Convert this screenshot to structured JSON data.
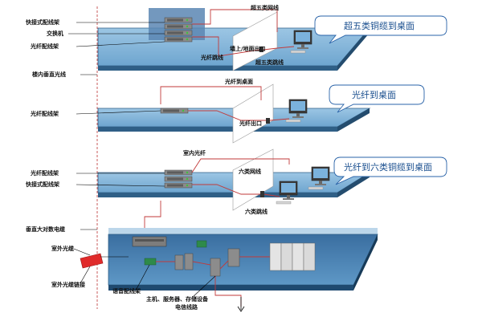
{
  "left_labels": {
    "quick_patch_panel_top": "快接式配线架",
    "switch": "交换机",
    "fiber_patch_panel_top": "光纤配线架",
    "vertical_fiber": "楼内垂直光线",
    "fiber_patch_panel_mid": "光纤配线架",
    "fiber_patch_panel_lower": "光纤配线架",
    "quick_patch_panel_lower": "快接式配线架",
    "vertical_copper_cable": "垂直大对数电缆",
    "outdoor_fiber": "室外光缆",
    "outdoor_fiber_link": "室外光缆链接"
  },
  "floor1": {
    "cat5_jumper_top": "超五类网线",
    "fiber_jumper": "光纤跳线",
    "wall_floor_outlet": "墙上/地面出口",
    "cat5_jumper_desk": "超五类跳线",
    "callout": "超五类铜缆到桌面"
  },
  "floor2": {
    "fiber_to_desk_label": "光纤到桌面",
    "fiber_outlet": "光纤出口",
    "callout": "光纤到桌面"
  },
  "floor3": {
    "indoor_fiber": "室内光纤",
    "cat6_cable": "六类网线",
    "cat6_jumper": "六类跳线",
    "callout": "光纤到六类铜缆到桌面"
  },
  "basement": {
    "voice_patch_panel": "语音配线架",
    "host_server_storage": "主机、服务器、存储设备",
    "telecom_line": "电信线路"
  },
  "colors": {
    "floor_top": "#7fb3d5",
    "floor_edge": "#2f5f86",
    "wall": "#ffffff",
    "cable": "#c23a3a",
    "callout_border": "#2a63a8",
    "outdoor_fiber_box": "#e02a2a"
  }
}
